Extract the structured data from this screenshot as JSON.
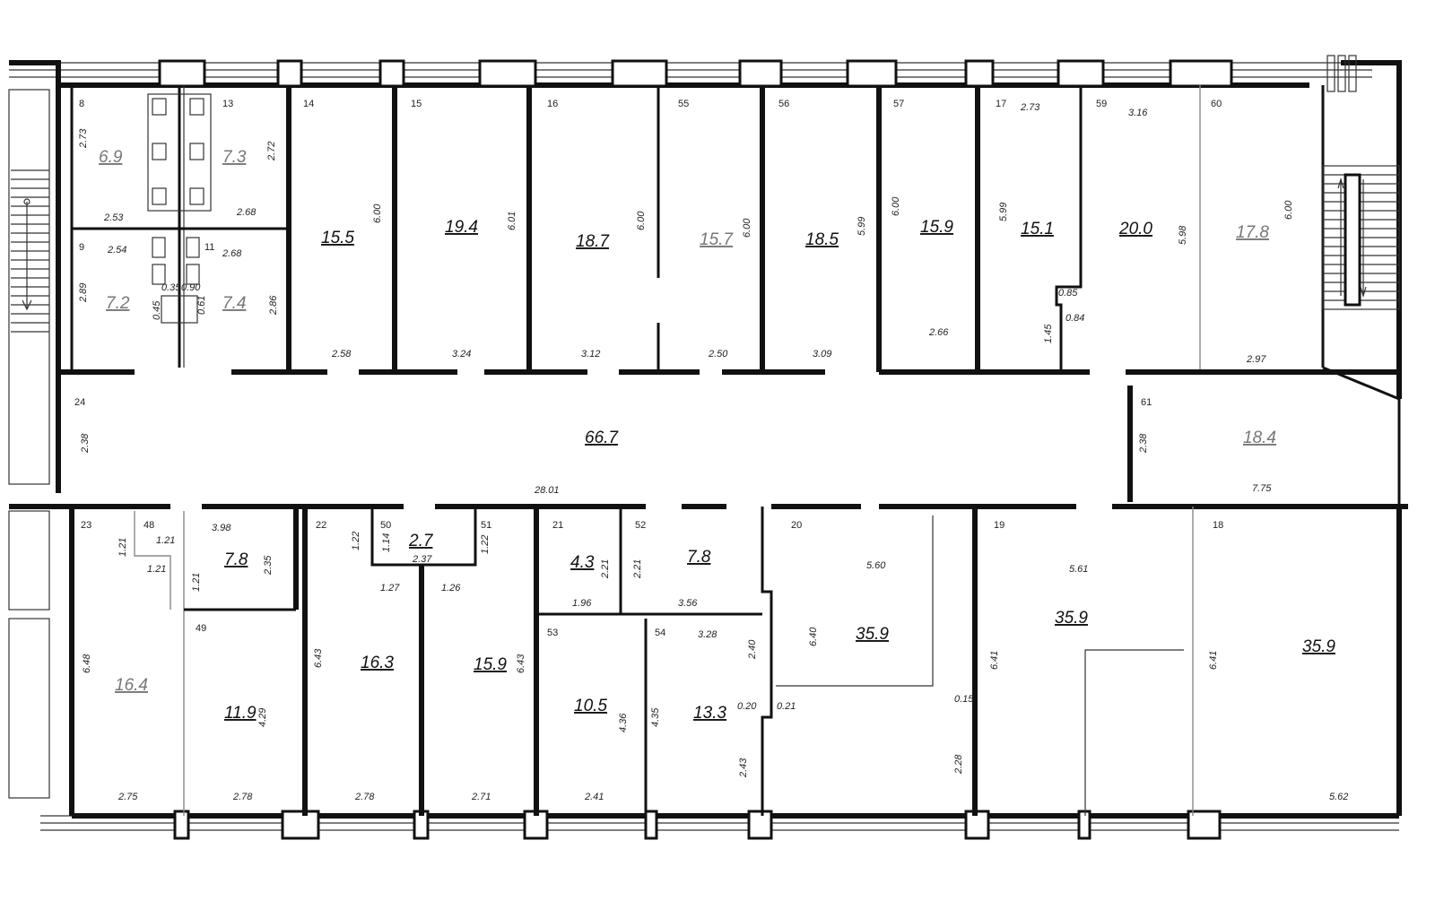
{
  "top_rooms": [
    {
      "id": "room-8",
      "number": "8",
      "area": "6.9"
    },
    {
      "id": "room-13",
      "number": "13",
      "area": "7.3"
    },
    {
      "id": "room-9",
      "number": "9",
      "area": "7.2"
    },
    {
      "id": "room-11",
      "number": "11",
      "area": "7.4"
    },
    {
      "id": "room-14",
      "number": "14",
      "area": "15.5"
    },
    {
      "id": "room-15",
      "number": "15",
      "area": "19.4"
    },
    {
      "id": "room-16",
      "number": "16",
      "area": "18.7"
    },
    {
      "id": "room-55",
      "number": "55",
      "area": "15.7"
    },
    {
      "id": "room-56",
      "number": "56",
      "area": "18.5"
    },
    {
      "id": "room-57",
      "number": "57",
      "area": "15.9"
    },
    {
      "id": "room-17",
      "number": "17",
      "area": "15.1"
    },
    {
      "id": "room-59",
      "number": "59",
      "area": "20.0"
    },
    {
      "id": "room-60",
      "number": "60",
      "area": "17.8"
    }
  ],
  "corridor_rooms": [
    {
      "id": "room-24",
      "number": "24",
      "area": "66.7"
    },
    {
      "id": "room-61",
      "number": "61",
      "area": "18.4"
    }
  ],
  "bottom_rooms": [
    {
      "id": "room-23",
      "number": "23",
      "area": "16.4"
    },
    {
      "id": "room-48",
      "number": "48",
      "area": "7.8"
    },
    {
      "id": "room-49",
      "number": "49",
      "area": "11.9"
    },
    {
      "id": "room-22",
      "number": "22",
      "area": "16.3"
    },
    {
      "id": "room-50",
      "number": "50",
      "area": "2.7"
    },
    {
      "id": "room-51",
      "number": "51",
      "area": "15.9"
    },
    {
      "id": "room-21",
      "number": "21",
      "area": "4.3"
    },
    {
      "id": "room-52",
      "number": "52",
      "area": "7.8"
    },
    {
      "id": "room-53",
      "number": "53",
      "area": "10.5"
    },
    {
      "id": "room-54",
      "number": "54",
      "area": "13.3"
    },
    {
      "id": "room-20",
      "number": "20",
      "area": "35.9"
    },
    {
      "id": "room-19",
      "number": "19",
      "area": "35.9"
    },
    {
      "id": "room-18",
      "number": "18",
      "area": "35.9"
    }
  ],
  "dimensions": {
    "d_2_73a": "2.73",
    "d_2_72": "2.72",
    "d_2_53": "2.53",
    "d_2_68a": "2.68",
    "d_2_54": "2.54",
    "d_2_68b": "2.68",
    "d_2_89": "2.89",
    "d_2_86": "2.86",
    "d_0_45": "0.45",
    "d_0_35": "0.35",
    "d_0_90": "0.90",
    "d_0_61": "0.61",
    "d_6_00a": "6.00",
    "d_6_01": "6.01",
    "d_6_00b": "6.00",
    "d_6_00c": "6.00",
    "d_5_99a": "5.99",
    "d_6_00d": "6.00",
    "d_5_99b": "5.99",
    "d_2_73b": "2.73",
    "d_3_16": "3.16",
    "d_5_98": "5.98",
    "d_6_00e": "6.00",
    "d_0_85": "0.85",
    "d_0_84": "0.84",
    "d_1_45": "1.45",
    "d_2_58": "2.58",
    "d_3_24": "3.24",
    "d_3_12": "3.12",
    "d_2_50": "2.50",
    "d_3_09": "3.09",
    "d_2_66": "2.66",
    "d_2_97": "2.97",
    "d_2_38a": "2.38",
    "d_2_38b": "2.38",
    "d_28_01": "28.01",
    "d_7_75": "7.75",
    "d_1_21a": "1.21",
    "d_1_21b": "1.21",
    "d_1_21c": "1.21",
    "d_1_21d": "1.21",
    "d_3_98": "3.98",
    "d_2_35": "2.35",
    "d_6_48": "6.48",
    "d_4_29": "4.29",
    "d_1_22a": "1.22",
    "d_1_14": "1.14",
    "d_2_37": "2.37",
    "d_1_22b": "1.22",
    "d_1_27": "1.27",
    "d_1_26": "1.26",
    "d_6_43a": "6.43",
    "d_6_43b": "6.43",
    "d_2_21a": "2.21",
    "d_2_21b": "2.21",
    "d_1_96": "1.96",
    "d_3_56": "3.56",
    "d_3_28": "3.28",
    "d_4_36": "4.36",
    "d_4_35": "4.35",
    "d_5_60": "5.60",
    "d_6_40": "6.40",
    "d_2_40": "2.40",
    "d_0_20": "0.20",
    "d_0_21": "0.21",
    "d_2_43": "2.43",
    "d_5_61": "5.61",
    "d_6_41a": "6.41",
    "d_0_15": "0.15",
    "d_2_28": "2.28",
    "d_6_41b": "6.41",
    "d_5_62": "5.62",
    "d_2_75": "2.75",
    "d_2_78a": "2.78",
    "d_2_78b": "2.78",
    "d_2_71": "2.71",
    "d_2_41": "2.41"
  }
}
